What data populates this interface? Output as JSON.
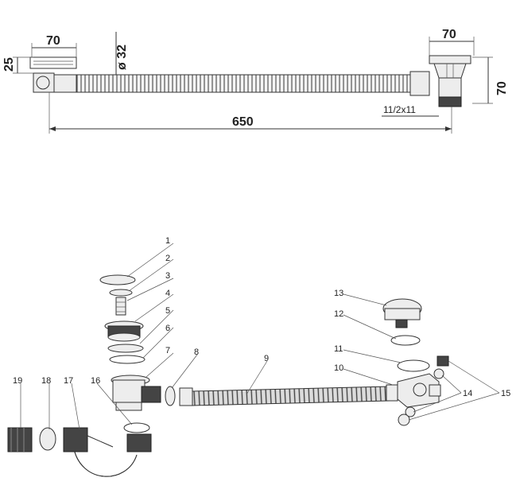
{
  "dimensions": {
    "top_left_width": "70",
    "top_left_height": "25",
    "pipe_diameter": "ø 32",
    "top_right_width": "70",
    "right_height": "70",
    "thread": "11/2x11",
    "total_length": "650"
  },
  "callouts": [
    "1",
    "2",
    "3",
    "4",
    "5",
    "6",
    "7",
    "8",
    "9",
    "10",
    "11",
    "12",
    "13",
    "14",
    "15",
    "16",
    "17",
    "18",
    "19"
  ],
  "colors": {
    "line": "#333333",
    "fill": "#ededed",
    "dark": "#444444"
  }
}
